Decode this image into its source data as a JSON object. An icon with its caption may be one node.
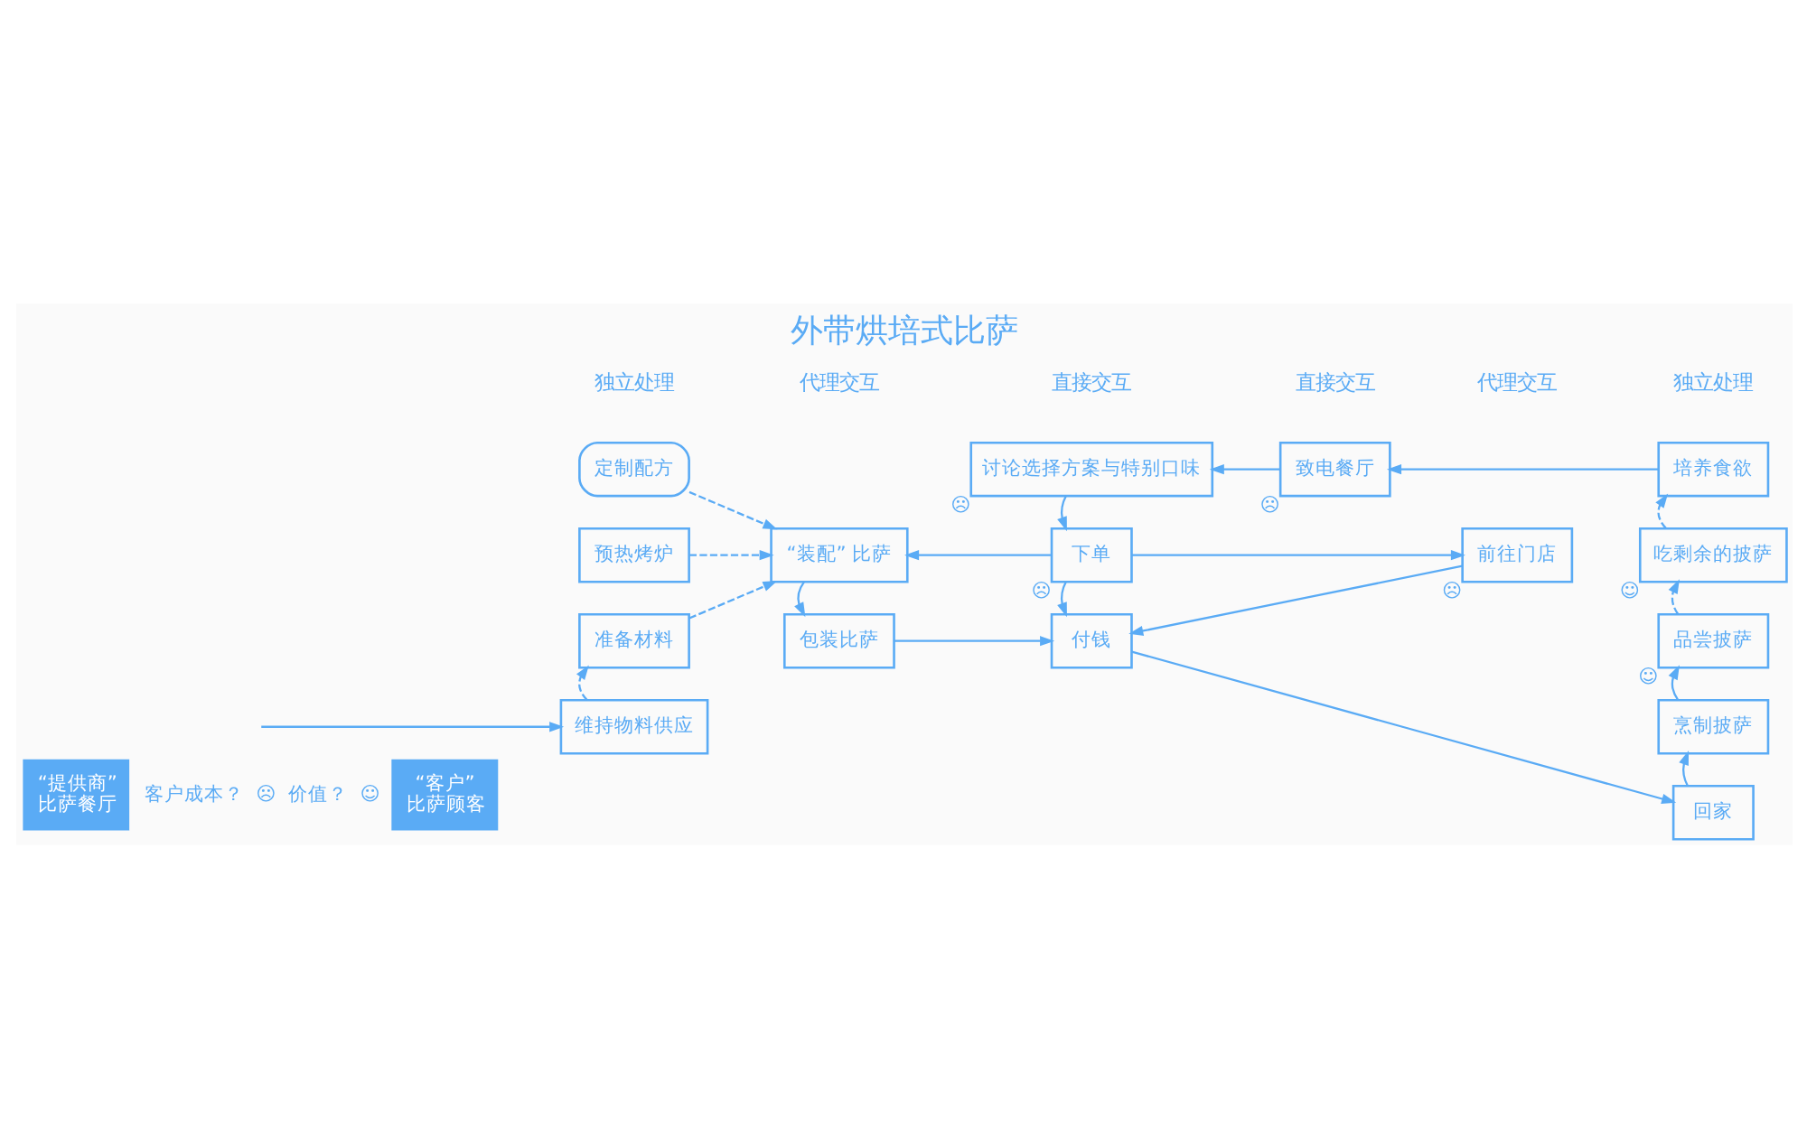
{
  "diagram": {
    "title": "外带烘培式比萨",
    "nodes": [
      {
        "text": [
          "定制配方"
        ]
      },
      {
        "text": [
          "预热烤炉"
        ]
      },
      {
        "text": [
          "准备材料"
        ]
      },
      {
        "text": [
          "维持物料供应"
        ]
      },
      {
        "text": [
          "“装配” 比萨"
        ]
      },
      {
        "text": [
          "包装比萨"
        ]
      },
      {
        "text": [
          "致电餐厅"
        ],
        "beside": [
          "☹"
        ]
      },
      {
        "text": [
          "讨论选择方案与特别口味"
        ],
        "beside": [
          "☹"
        ]
      },
      {
        "text": [
          "下单"
        ],
        "beside": [
          "☹"
        ]
      },
      {
        "text": [
          "付钱"
        ]
      },
      {
        "text": [
          "前往门店"
        ],
        "beside": [
          "☹"
        ]
      },
      {
        "text": [
          "培养食欲"
        ]
      },
      {
        "text": [
          "吃剩余的披萨"
        ],
        "beside": [
          "☺"
        ]
      },
      {
        "text": [
          "品尝披萨"
        ],
        "beside": [
          "☺"
        ]
      },
      {
        "text": [
          "烹制披萨"
        ]
      },
      {
        "text": [
          "回家"
        ]
      }
    ],
    "edges": [
      {
        "from": 0,
        "to": 4,
        "arrow": "to",
        "style": "dashed"
      },
      {
        "from": 1,
        "to": 4,
        "arrow": "to",
        "style": "dashed"
      },
      {
        "from": 2,
        "to": 4,
        "arrow": "to",
        "style": "dashed"
      },
      {
        "from": 3,
        "to": 2,
        "arrow": "to",
        "style": "dashed"
      },
      {
        "from": null,
        "to": 3,
        "arrow": "to"
      },
      {
        "from": 4,
        "to": 5,
        "arrow": "to"
      },
      {
        "from": 5,
        "to": 9,
        "arrow": "to"
      },
      {
        "from": 6,
        "to": 7,
        "arrow": "to"
      },
      {
        "from": 7,
        "to": 8,
        "arrow": "to"
      },
      {
        "from": 8,
        "to": 4,
        "arrow": "to"
      },
      {
        "from": 8,
        "to": 10,
        "arrow": "to"
      },
      {
        "from": 8,
        "to": 9,
        "arrow": "to"
      },
      {
        "from": 10,
        "to": 9,
        "arrow": "to"
      },
      {
        "from": 9,
        "to": 15,
        "arrow": "to"
      },
      {
        "from": 15,
        "to": 14,
        "arrow": "to"
      },
      {
        "from": 14,
        "to": 13,
        "arrow": "to"
      },
      {
        "from": 13,
        "to": 12,
        "arrow": "to",
        "style": "dashed"
      },
      {
        "from": 12,
        "to": 11,
        "arrow": "to",
        "style": "dashed"
      },
      {
        "from": 11,
        "to": 6,
        "arrow": "to"
      }
    ],
    "labels": [
      "“提供商”",
      "比萨餐厅",
      "客户成本？",
      "☹",
      "价值？",
      "☺",
      "“客户”",
      "比萨顾客",
      "独立处理",
      "代理交互",
      "直接交互",
      "直接交互",
      "代理交互",
      "独立处理"
    ]
  }
}
